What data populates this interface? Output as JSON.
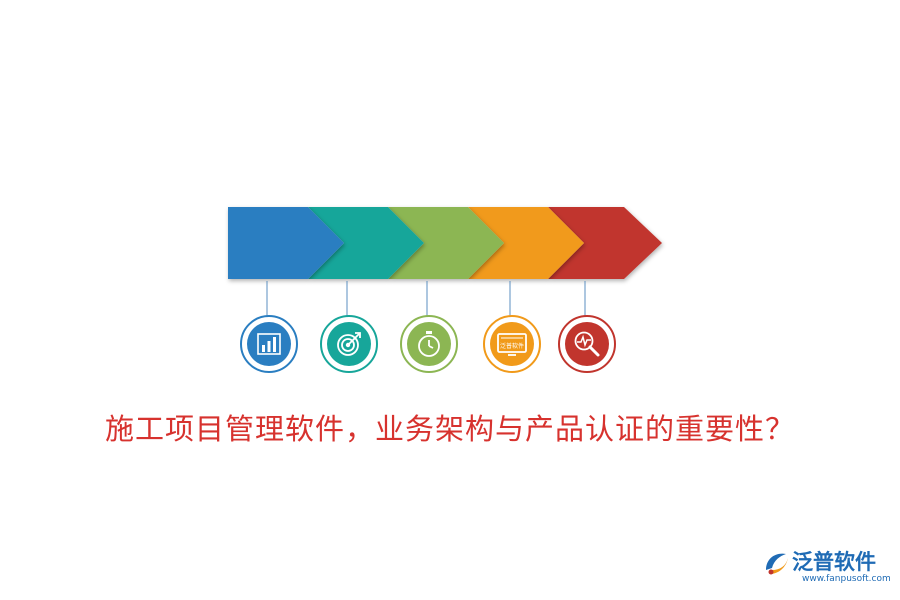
{
  "title": "施工项目管理软件，业务架构与产品认证的重要性？",
  "colors": {
    "blue": "#2a7ec1",
    "teal": "#17a69a",
    "green": "#8cb653",
    "orange": "#f19a1a",
    "red": "#c1352d",
    "title_red": "#d7322e",
    "brand_blue": "#1f6bb5",
    "connector": "#5b8fc0"
  },
  "steps": [
    {
      "icon": "bar-chart-icon",
      "color": "#2a7ec1"
    },
    {
      "icon": "target-icon",
      "color": "#17a69a"
    },
    {
      "icon": "stopwatch-icon",
      "color": "#8cb653"
    },
    {
      "icon": "monitor-icon",
      "color": "#f19a1a",
      "icon_text": "泛普软件"
    },
    {
      "icon": "magnifier-pulse-icon",
      "color": "#c1352d"
    }
  ],
  "brand": {
    "name": "泛普软件",
    "url": "www.fanpusoft.com"
  }
}
